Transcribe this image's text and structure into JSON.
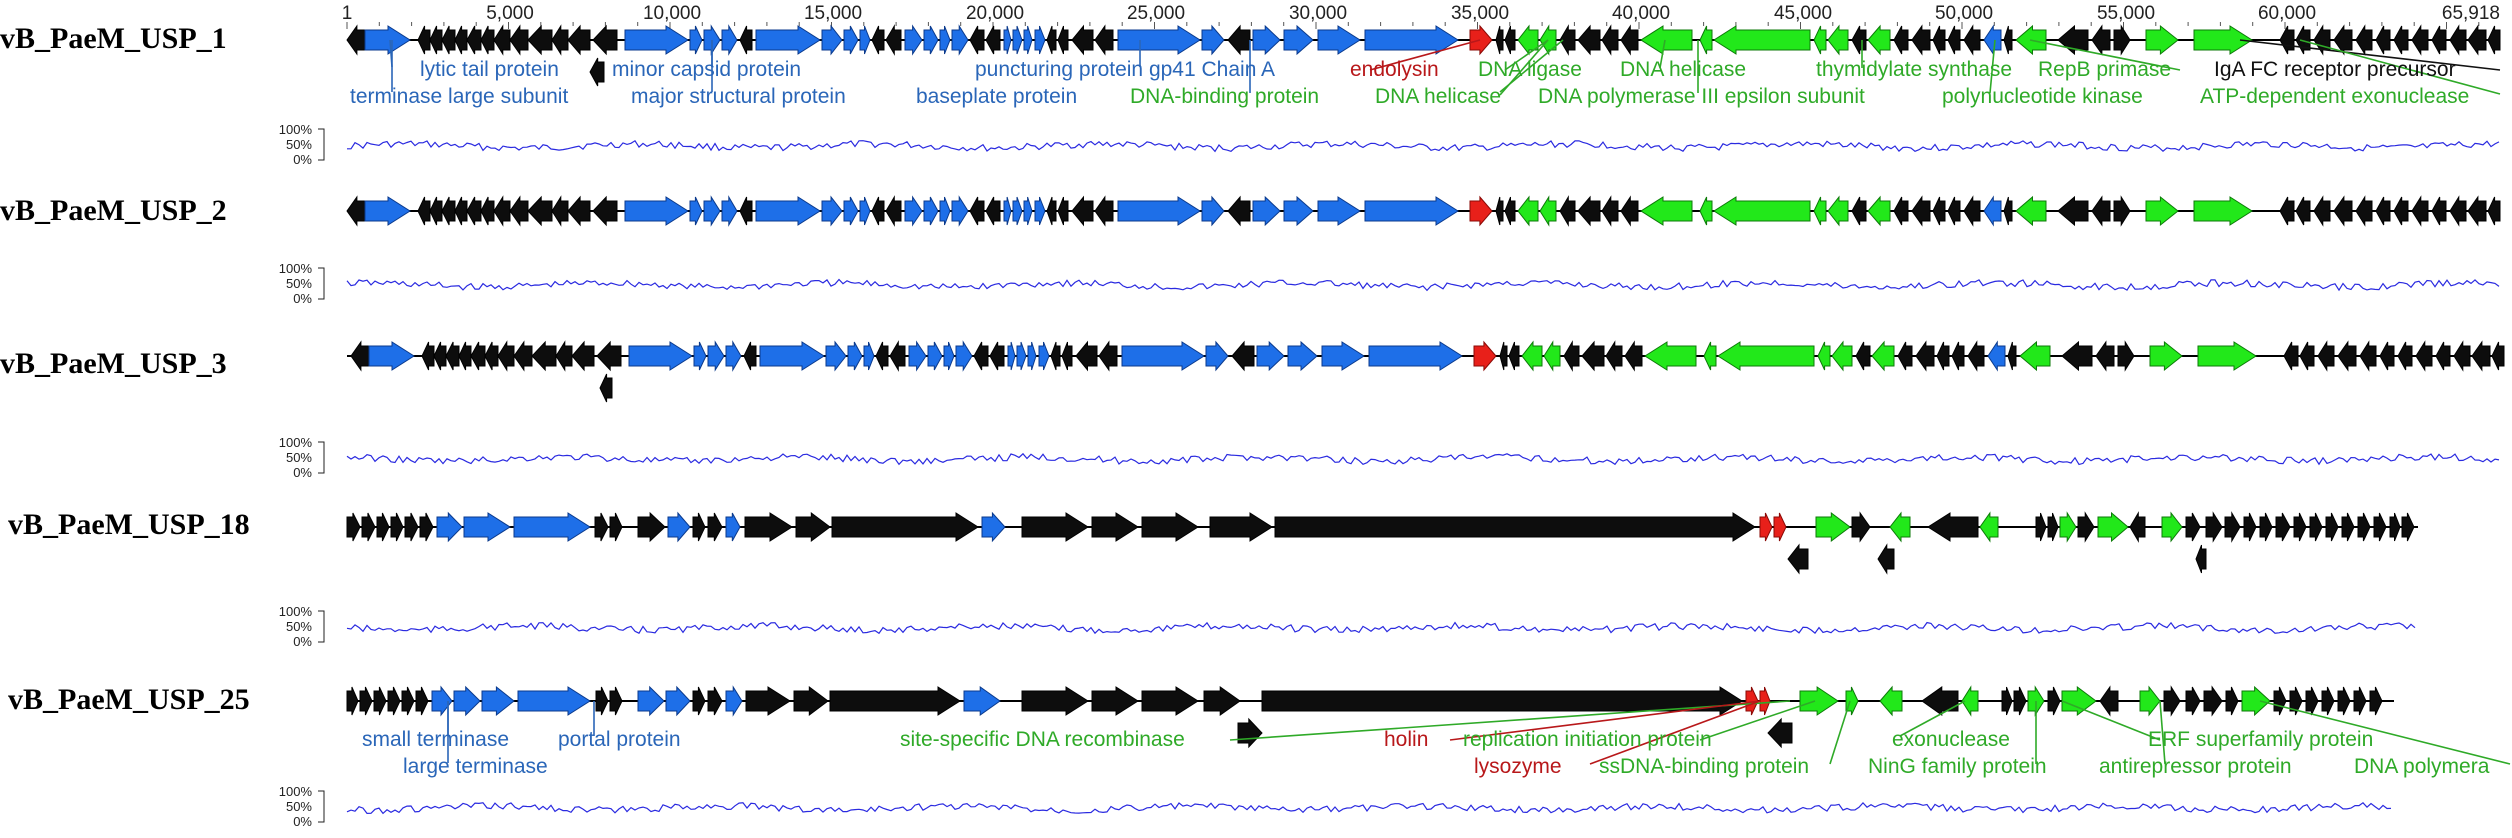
{
  "colors": {
    "structural": "#1e6fe8",
    "structural_stroke": "#0b3a8c",
    "lysis": "#e8201a",
    "lysis_stroke": "#8a0a06",
    "replication": "#22e81a",
    "replication_stroke": "#0c7a08",
    "hypothetical": "#0d0d0d",
    "structural_text": "#2a66b8",
    "lysis_text": "#b8181a",
    "replication_text": "#2faa28",
    "other_text": "#111111",
    "gc_line": "#2a2ae0"
  },
  "scale": {
    "ticks": [
      "1",
      "5,000",
      "10,000",
      "15,000",
      "20,000",
      "25,000",
      "30,000",
      "35,000",
      "40,000",
      "45,000",
      "50,000",
      "55,000",
      "60,000",
      "65,918"
    ]
  },
  "gc_labels": [
    "100%",
    "50%",
    "0%"
  ],
  "genomes": [
    {
      "name": "vB_PaeM_USP_1",
      "labels": [
        {
          "text": "lytic tail protein",
          "cat": "structural"
        },
        {
          "text": "minor capsid protein",
          "cat": "structural"
        },
        {
          "text": "puncturing protein gp41 Chain A",
          "cat": "structural"
        },
        {
          "text": "endolysin",
          "cat": "lysis"
        },
        {
          "text": "DNA ligase",
          "cat": "replication"
        },
        {
          "text": "DNA helicase",
          "cat": "replication"
        },
        {
          "text": "thymidylate synthase",
          "cat": "replication"
        },
        {
          "text": "RepB primase",
          "cat": "replication"
        },
        {
          "text": "IgA FC receptor precursor",
          "cat": "other"
        },
        {
          "text": "terminase large subunit",
          "cat": "structural"
        },
        {
          "text": "major structural protein",
          "cat": "structural"
        },
        {
          "text": "baseplate protein",
          "cat": "structural"
        },
        {
          "text": "DNA-binding protein",
          "cat": "replication"
        },
        {
          "text": "DNA helicase",
          "cat": "replication"
        },
        {
          "text": "DNA polymerase III epsilon subunit",
          "cat": "replication"
        },
        {
          "text": "polynucleotide kinase",
          "cat": "replication"
        },
        {
          "text": "ATP-dependent exonuclease",
          "cat": "replication"
        }
      ]
    },
    {
      "name": "vB_PaeM_USP_2",
      "labels": []
    },
    {
      "name": "vB_PaeM_USP_3",
      "labels": []
    },
    {
      "name": "vB_PaeM_USP_18",
      "labels": []
    },
    {
      "name": "vB_PaeM_USP_25",
      "labels": [
        {
          "text": "small terminase",
          "cat": "structural"
        },
        {
          "text": "portal protein",
          "cat": "structural"
        },
        {
          "text": "site-specific DNA recombinase",
          "cat": "replication"
        },
        {
          "text": "holin",
          "cat": "lysis"
        },
        {
          "text": "replication initiation protein",
          "cat": "replication"
        },
        {
          "text": "exonuclease",
          "cat": "replication"
        },
        {
          "text": "ERF superfamily protein",
          "cat": "replication"
        },
        {
          "text": "large terminase",
          "cat": "structural"
        },
        {
          "text": "lysozyme",
          "cat": "lysis"
        },
        {
          "text": "ssDNA-binding protein",
          "cat": "replication"
        },
        {
          "text": "NinG family protein",
          "cat": "replication"
        },
        {
          "text": "antirepressor protein",
          "cat": "replication"
        },
        {
          "text": "DNA polymera",
          "cat": "replication"
        }
      ]
    }
  ]
}
